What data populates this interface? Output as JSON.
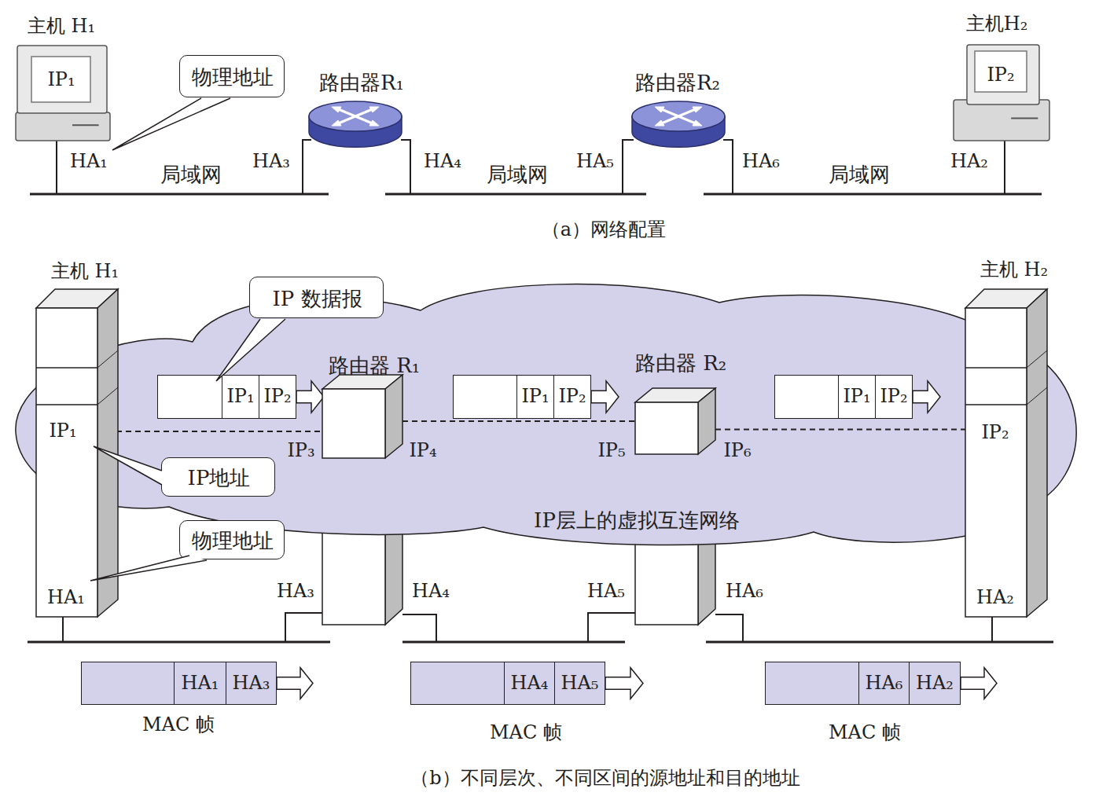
{
  "diagram": {
    "caption": "（b）不同层次、不同区间的源地址和目的地址",
    "nodes": [
      {
        "text": [
          "主机 H₁",
          "IP₁"
        ]
      },
      {
        "text": [
          "物理地址"
        ]
      },
      {
        "text": [
          "路由器R₁"
        ]
      },
      {
        "text": [
          "路由器R₂"
        ]
      },
      {
        "text": [
          "主机H₂",
          "IP₂"
        ]
      },
      {
        "text": [
          "IP层上的虚拟互连网络"
        ]
      },
      {
        "text": [
          "主机 H₁"
        ]
      },
      {
        "text": [
          "IP₁"
        ],
        "in": 6
      },
      {
        "text": [
          "HA₁"
        ],
        "in": 6
      },
      {
        "text": [
          "主机 H₂"
        ]
      },
      {
        "text": [
          "IP₂"
        ],
        "in": 9
      },
      {
        "text": [
          "HA₂"
        ],
        "in": 9
      },
      {
        "text": [
          "IP 数据报"
        ]
      },
      {
        "text": [
          "IP₁",
          "IP₂"
        ],
        "in": 5
      },
      {
        "text": [
          "路由器 R₁"
        ],
        "in": 5
      },
      {
        "text": [
          "IP₁",
          "IP₂"
        ],
        "in": 5
      },
      {
        "text": [
          "路由器 R₂"
        ],
        "in": 5
      },
      {
        "text": [
          "IP₁",
          "IP₂"
        ],
        "in": 5
      },
      {
        "text": [
          "IP地址"
        ]
      },
      {
        "text": [
          "物理地址"
        ]
      },
      {
        "text": [
          "HA₁",
          "HA₃"
        ]
      },
      {
        "text": [
          "HA₄",
          "HA₅"
        ]
      },
      {
        "text": [
          "HA₆",
          "HA₂"
        ]
      }
    ],
    "edges": [
      {
        "from": 7,
        "to": 14,
        "arrow": "none"
      },
      {
        "from": 14,
        "to": 16,
        "arrow": "none"
      },
      {
        "from": 16,
        "to": 10,
        "arrow": "none"
      }
    ],
    "labels": [
      "HA₁",
      "局域网",
      "HA₃",
      "HA₄",
      "局域网",
      "HA₅",
      "HA₆",
      "局域网",
      "HA₂",
      "（a）网络配置",
      "IP₃",
      "IP₄",
      "IP₅",
      "IP₆",
      "HA₃",
      "HA₄",
      "HA₅",
      "HA₆",
      "MAC 帧",
      "MAC 帧",
      "MAC 帧"
    ]
  }
}
